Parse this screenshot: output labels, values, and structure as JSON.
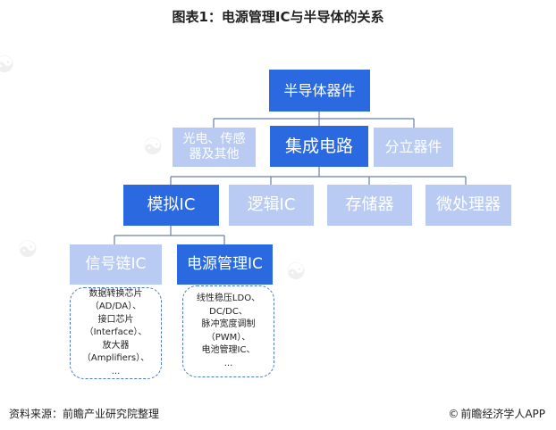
{
  "title": "图表1：电源管理IC与半导体的关系",
  "nodes": {
    "semiconductor": "半导体器件",
    "optoelectronic_line1": "光电、传感",
    "optoelectronic_line2": "器及其他",
    "ic": "集成电路",
    "discrete": "分立器件",
    "analog_ic": "模拟IC",
    "logic_ic": "逻辑IC",
    "memory": "存储器",
    "microprocessor": "微处理器",
    "signal_chain_ic": "信号链IC",
    "power_management_ic": "电源管理IC"
  },
  "signal_chain_examples": [
    "数据转换芯片",
    "（AD/DA）、",
    "接口芯片",
    "（Interface）、",
    "放大器",
    "（Amplifiers）、",
    "..."
  ],
  "power_examples": [
    "线性稳压LDO、",
    "DC/DC、",
    "脉冲宽度调制",
    "（PWM）、",
    "电池管理IC、",
    "..."
  ],
  "footer": {
    "source": "资料来源：前瞻产业研究院整理",
    "brand_icon": "copyright-icon",
    "brand": "前瞻经济学人APP"
  },
  "colors": {
    "dark_box": "#2a69e0",
    "light_box": "#b9cbf2",
    "connector": "#6b7fa6",
    "dashed_border": "#4a75d0"
  }
}
